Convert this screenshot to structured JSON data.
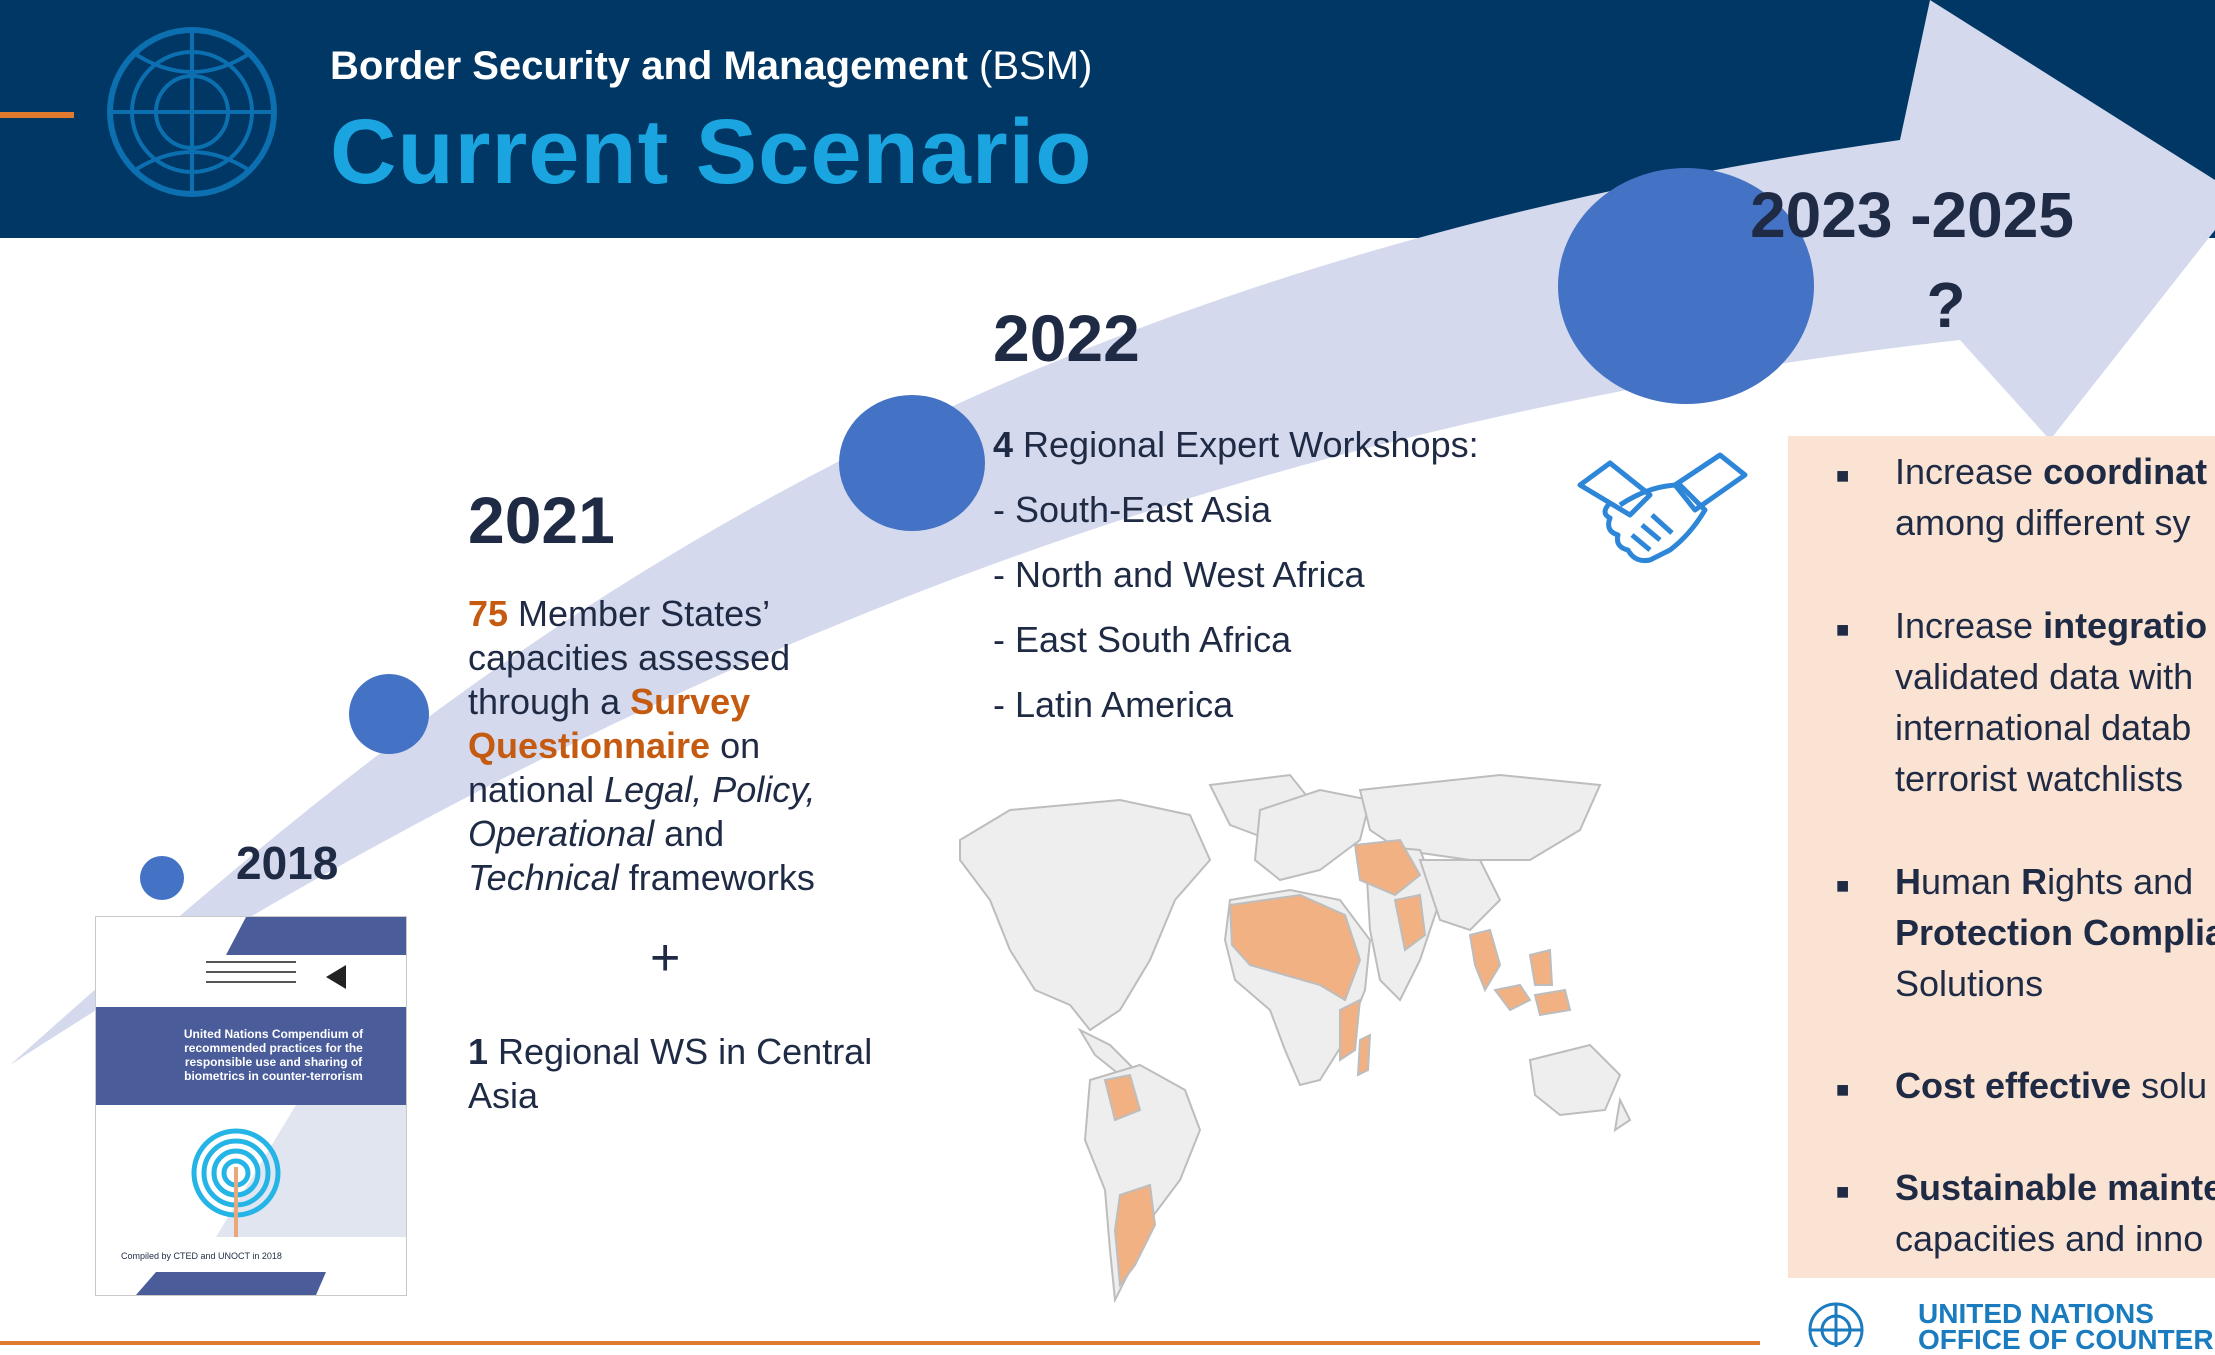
{
  "header": {
    "subtitle_bold": "Border Security and Management",
    "subtitle_rest": " (BSM)",
    "title": "Current Scenario"
  },
  "timeline": {
    "y2018": "2018",
    "y2021": "2021",
    "y2022": "2022",
    "y2023": "2023 -2025",
    "y2023_q": "?"
  },
  "block2021": {
    "num": "75",
    "line1_rest": " Member States’",
    "line2": "capacities assessed",
    "line3_pre": "through a ",
    "line3_orange": "Survey",
    "line4_orange": "Questionnaire",
    "line4_rest": " on",
    "line5_pre": "national ",
    "line5_ital": "Legal, Policy,",
    "line6_ital": "Operational",
    "line6_rest": " and",
    "line7_ital": "Technical",
    "line7_rest": " frameworks",
    "plus": "+",
    "ws_num": "1",
    "ws_rest": " Regional WS in Central",
    "ws_line2": "Asia"
  },
  "block2022": {
    "num": "4",
    "title_rest": " Regional Expert Workshops:",
    "items": [
      "- South-East Asia",
      "- North and West Africa",
      "- East South Africa",
      "- Latin America"
    ]
  },
  "compendium": {
    "title": "United Nations Compendium of recommended practices for the responsible use and sharing of biometrics in counter-terrorism",
    "footer": "Compiled by CTED and UNOCT in 2018"
  },
  "panel": {
    "b1_pre": "Increase ",
    "b1_bold": "coordinat",
    "b1_line2": "among different sy",
    "b2_pre": "Increase ",
    "b2_bold": "integratio",
    "b2_line2": "validated data with",
    "b2_line3": "international datab",
    "b2_line4": "terrorist watchlists",
    "b3_h": "H",
    "b3_uman": "uman ",
    "b3_r": "R",
    "b3_ights": "ights and",
    "b3_line2": "Protection Complia",
    "b3_line3": "Solutions",
    "b4_bold": "Cost effective",
    "b4_rest": " solu",
    "b5_bold": "Sustainable mainte",
    "b5_line2": "capacities and inno"
  },
  "footer_logo": {
    "line1": "UNITED NATIONS",
    "line2": "OFFICE OF COUNTER"
  },
  "colors": {
    "header_bg": "#003764",
    "title": "#1aa5e0",
    "arrow": "#d4d9ed",
    "circle": "#4472c4",
    "accent": "#e07a2e",
    "map_highlight": "#f2b183",
    "panel_bg": "#fbe3d4"
  }
}
